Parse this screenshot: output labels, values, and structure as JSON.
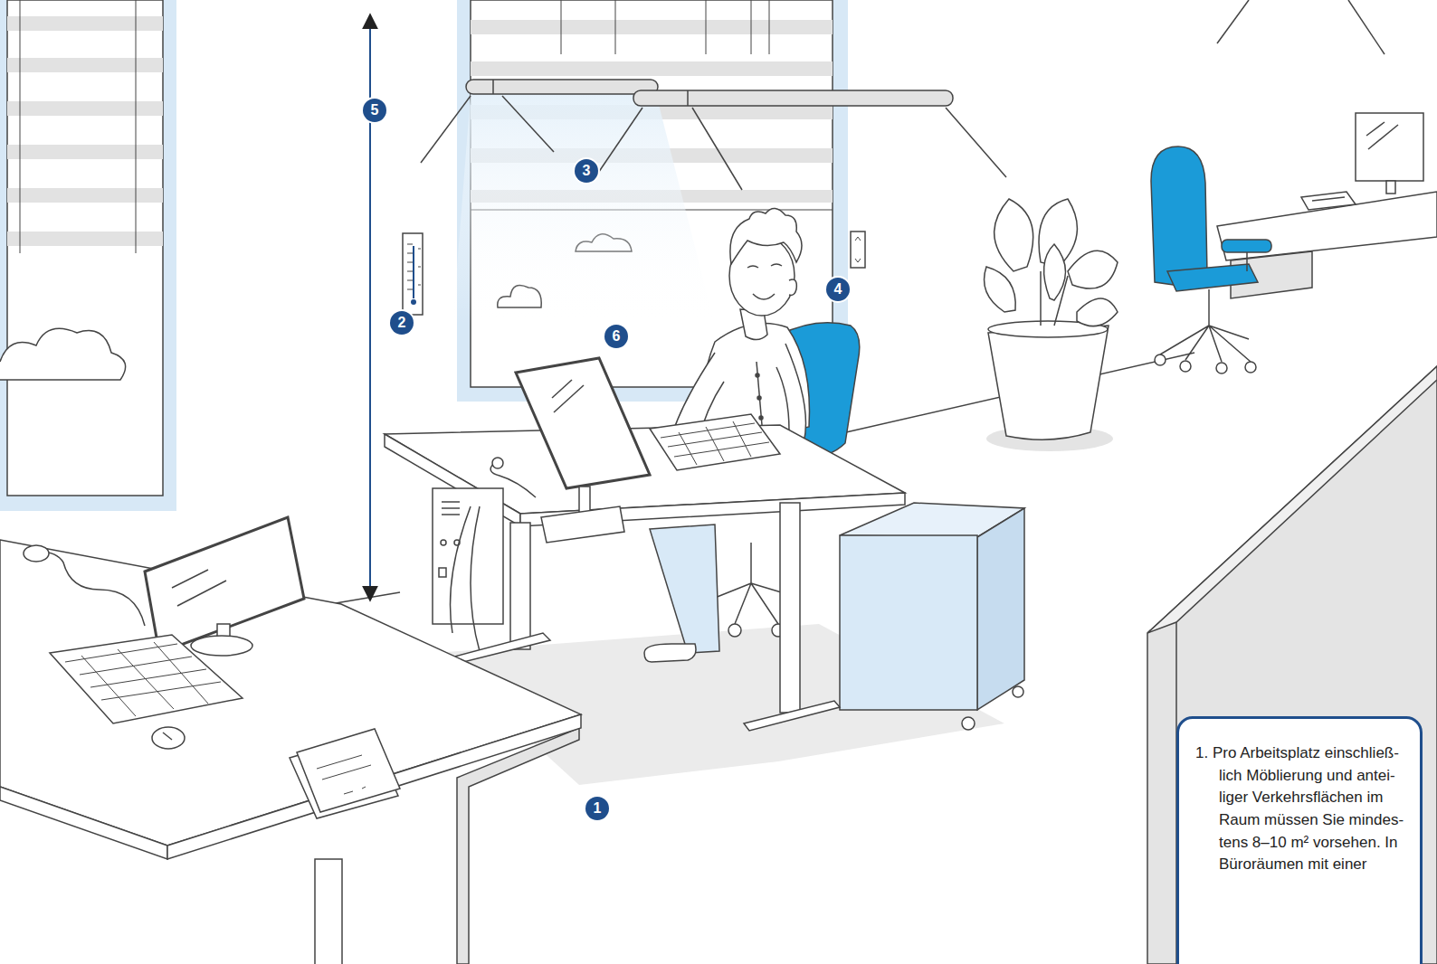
{
  "diagram": {
    "nodes": [
      {
        "text": [
          "5"
        ]
      },
      {
        "text": [
          "3"
        ]
      },
      {
        "text": [
          "4"
        ]
      },
      {
        "text": [
          "2"
        ]
      },
      {
        "text": [
          "6"
        ]
      },
      {
        "text": [
          "1"
        ]
      },
      {
        "text": [
          "1. Pro Arbeitsplatz einschließ- lich Möblierung und antei- liger Verkehrsflächen im Raum müssen Sie mindes- tens 8–10 m² vorsehen. In Büroräumen mit einer"
        ]
      }
    ],
    "edges": []
  }
}
